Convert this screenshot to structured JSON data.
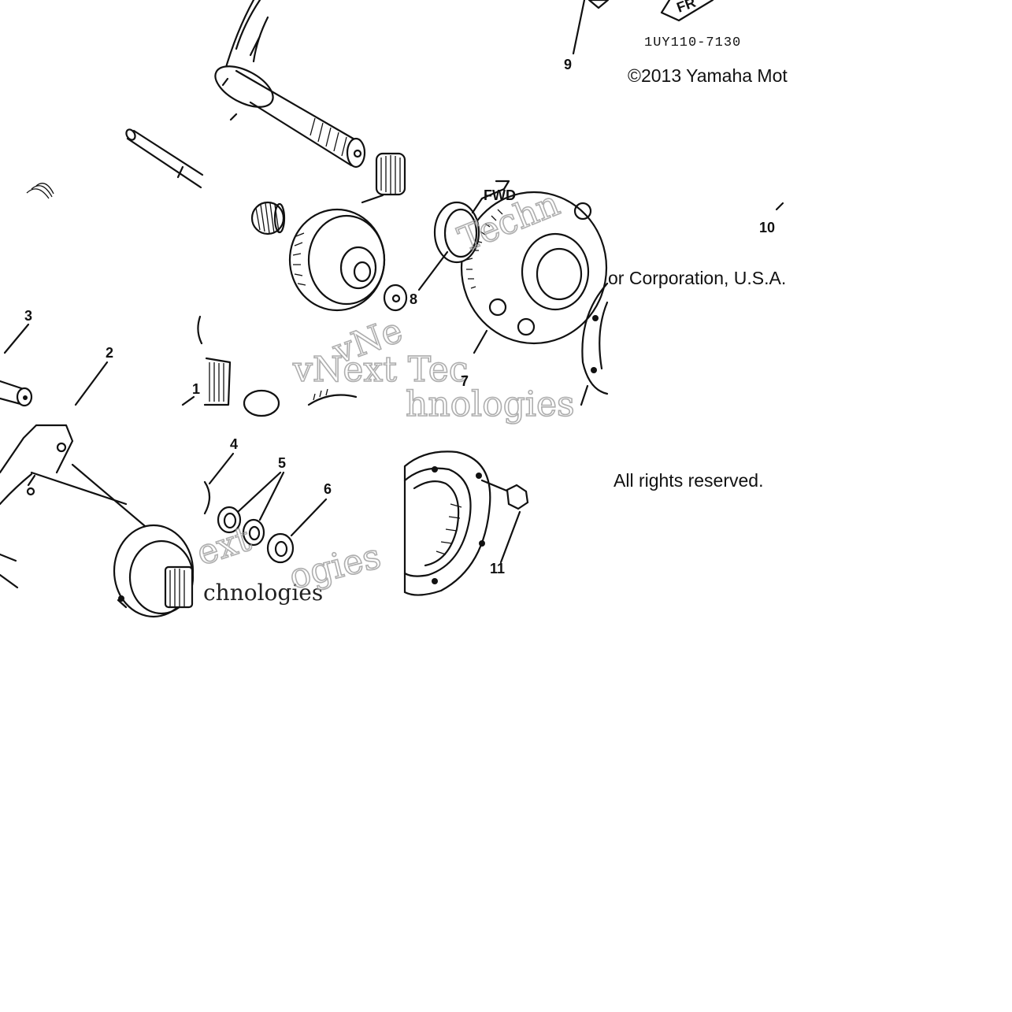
{
  "callouts": {
    "c1": "1",
    "c2": "2",
    "c3": "3",
    "c4": "4",
    "c5": "5",
    "c6": "6",
    "c7": "7",
    "c8": "8",
    "c9": "9",
    "c10": "10",
    "c11": "11"
  },
  "part_code": "1UY110-7130",
  "copyright": {
    "line1": "©2013 Yamaha Mot",
    "line2": "or Corporation, U.S.A.",
    "line3": "All rights reserved."
  },
  "arrow_marks": {
    "fwd": "FWD",
    "fr": "FR"
  },
  "watermarks": {
    "w1": "vNext Tec",
    "w2": "hnologies",
    "w3": "Techn",
    "w4": "vNe",
    "w5": "ext",
    "w6": "chnologies",
    "w7": "ogies"
  },
  "colors": {
    "ink": "#111111",
    "watermark": "#9a9a9a",
    "background": "#ffffff"
  }
}
